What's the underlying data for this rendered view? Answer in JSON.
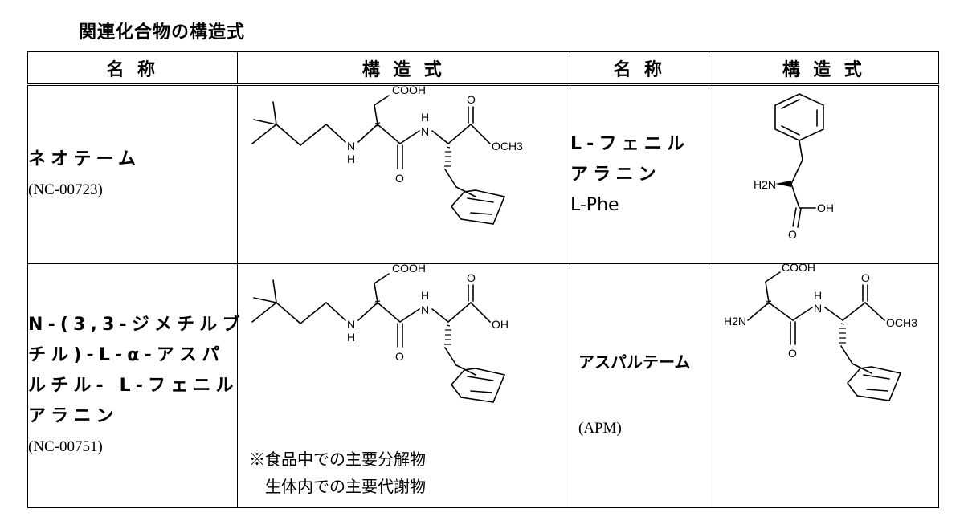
{
  "title": "関連化合物の構造式",
  "headers": {
    "name": "名 称",
    "structure": "構 造 式"
  },
  "compounds": [
    {
      "name_lines": [
        "ネオテーム"
      ],
      "code": "(NC-00723)",
      "labels": {
        "cooh": "COOH",
        "nh_n": "N",
        "nh_h": "H",
        "n2_h": "H",
        "n2_n": "N",
        "o1": "O",
        "o2": "O",
        "och3": "OCH3"
      }
    },
    {
      "name_lines": [
        "L-フェニル",
        "アラニン",
        "L-Phe"
      ],
      "labels": {
        "nh2": "H2N",
        "oh": "OH",
        "o": "O"
      }
    },
    {
      "name_lines": [
        "N-(3,3-ジメチルブ",
        "チル)-L-α-アスパ",
        "ルチル- L-フェニル",
        "アラニン"
      ],
      "code": "(NC-00751)",
      "labels": {
        "cooh": "COOH",
        "nh_n": "N",
        "nh_h": "H",
        "n2_h": "H",
        "n2_n": "N",
        "o1": "O",
        "o2": "O",
        "oh": "OH"
      },
      "note_lines": [
        "※食品中での主要分解物",
        "生体内での主要代謝物"
      ]
    },
    {
      "name": "アスパルテーム",
      "code": "(APM)",
      "labels": {
        "cooh": "COOH",
        "h2n": "H2N",
        "n2_h": "H",
        "n2_n": "N",
        "o1": "O",
        "o2": "O",
        "och3": "OCH3"
      }
    }
  ]
}
